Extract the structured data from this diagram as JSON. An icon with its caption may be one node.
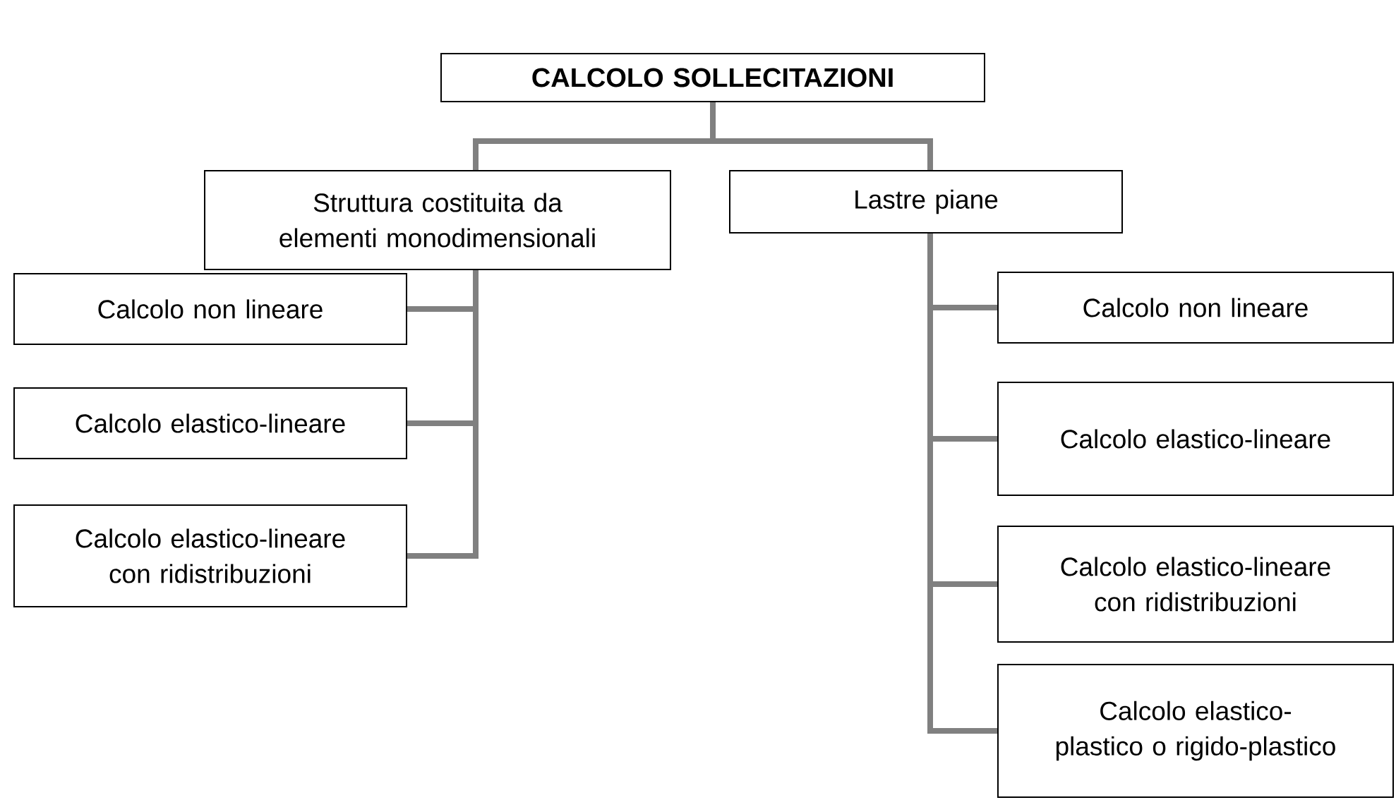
{
  "diagram": {
    "nodes": [
      {
        "text": [
          "CALCOLO SOLLECITAZIONI"
        ]
      },
      {
        "text": [
          "Struttura costituita da elementi monodimensionali"
        ]
      },
      {
        "text": [
          "Lastre piane"
        ]
      },
      {
        "text": [
          "Calcolo non lineare"
        ]
      },
      {
        "text": [
          "Calcolo elastico-lineare"
        ]
      },
      {
        "text": [
          "Calcolo elastico-lineare con ridistribuzioni"
        ]
      },
      {
        "text": [
          "Calcolo non lineare"
        ]
      },
      {
        "text": [
          "Calcolo elastico-lineare"
        ]
      },
      {
        "text": [
          "Calcolo elastico-lineare con ridistribuzioni"
        ]
      },
      {
        "text": [
          "Calcolo elastico-plastico o rigido-plastico"
        ]
      }
    ],
    "edges": [
      {
        "from": 0,
        "to": 1,
        "arrow": "none"
      },
      {
        "from": 0,
        "to": 2,
        "arrow": "none"
      },
      {
        "from": 1,
        "to": 3,
        "arrow": "none"
      },
      {
        "from": 1,
        "to": 4,
        "arrow": "none"
      },
      {
        "from": 1,
        "to": 5,
        "arrow": "none"
      },
      {
        "from": 2,
        "to": 6,
        "arrow": "none"
      },
      {
        "from": 2,
        "to": 7,
        "arrow": "none"
      },
      {
        "from": 2,
        "to": 8,
        "arrow": "none"
      },
      {
        "from": 2,
        "to": 9,
        "arrow": "none"
      }
    ]
  }
}
